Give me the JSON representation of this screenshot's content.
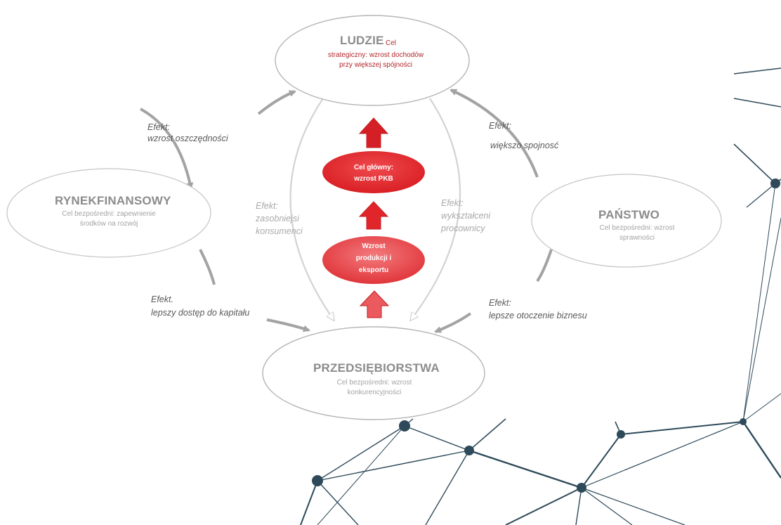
{
  "nodes": {
    "ludzie": {
      "title": "LUDZIE",
      "goal_word": "Cel",
      "goal_rest": "strategiczny: wzrost dochodów przy większej spójności"
    },
    "rynek": {
      "title": "RYNEKFINANSOWY",
      "sub": "Cel bezpośredni: zapewnienie środków na rozwój"
    },
    "panstwo": {
      "title": "PAŃSTWO",
      "sub": "Cel bezpośredni: wzrost sprawności"
    },
    "przedsiebiorstwa": {
      "title": "PRZEDSIĘBIORSTWA",
      "sub": "Cel bezpośredni: wzrost konkurencyjności"
    }
  },
  "core": {
    "main_goal_line1": "Cel główny:",
    "main_goal_line2": "wzrost PKB",
    "growth_line1": "Wzrost",
    "growth_line2": "produkcji i",
    "growth_line3": "eksportu"
  },
  "effects": {
    "top_left": {
      "label": "Efekt:",
      "text": "wzrost oszczędności"
    },
    "top_right": {
      "label": "Efekt:",
      "text": "większo spojnosć"
    },
    "bottom_left": {
      "label": "Efekt.",
      "text": "lepszy dostęp do kapitału"
    },
    "bottom_right": {
      "label": "Efekt:",
      "text": "lepsze otoczenie biznesu"
    },
    "inner_left": {
      "label": "Efekt:",
      "line1": "zasobniejsi",
      "line2": "konsumenci"
    },
    "inner_right": {
      "label": "Efekt:",
      "line1": "wykształceni",
      "line2": "procownicy"
    }
  },
  "colors": {
    "accent_red": "#e0262b",
    "dark_red": "#b2262a",
    "node_outline": "#b5b5b5",
    "cycle_arrow": "#a3a3a3",
    "network": "#2e4a5a"
  }
}
